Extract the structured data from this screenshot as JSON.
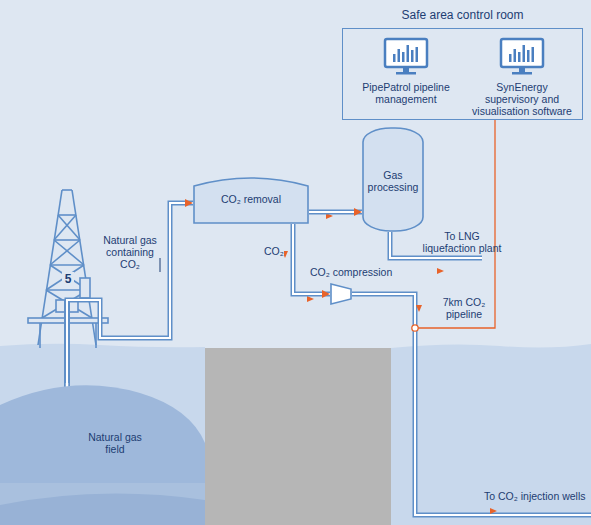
{
  "diagram": {
    "nodes": [
      {
        "text": [
          "Safe area control room"
        ]
      },
      {
        "text": [
          "PipePatrol pipeline management"
        ],
        "in": 0
      },
      {
        "text": [
          "SynEnergy supervisory and visualisation software"
        ],
        "in": 0
      },
      {
        "text": [
          "CO₂ removal"
        ]
      },
      {
        "text": [
          "Gas processing"
        ]
      },
      {
        "text": [
          "CO₂ compression"
        ]
      },
      {
        "text": [
          "Natural gas field"
        ]
      }
    ],
    "edges": [
      {
        "from": 6,
        "to": 3,
        "arrow": "to"
      },
      {
        "from": 3,
        "to": 4,
        "arrow": "to"
      },
      {
        "from": 3,
        "to": 5,
        "label": "CO₂",
        "arrow": "to"
      }
    ],
    "labels": [
      "5",
      "Natural gas containing CO₂",
      "To LNG liquefaction plant",
      "7km CO₂ pipeline",
      "To CO₂ injection wells"
    ]
  }
}
